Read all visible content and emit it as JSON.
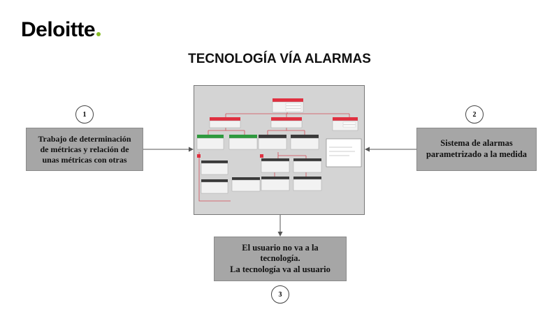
{
  "brand": {
    "name": "Deloitte",
    "accent_color": "#86bc25"
  },
  "title": "TECNOLOGÍA VÍA ALARMAS",
  "steps": [
    {
      "number": "1",
      "text_lines": [
        "Trabajo de determinación",
        "de métricas y relación de",
        "unas métricas con otras"
      ]
    },
    {
      "number": "2",
      "text_lines": [
        "Sistema de alarmas",
        "parametrizado a la medida"
      ]
    },
    {
      "number": "3",
      "text_lines": [
        "El usuario no va a la",
        "tecnología.",
        "La tecnología va al usuario"
      ]
    }
  ],
  "colors": {
    "box_fill": "#a6a6a6",
    "alarm_red": "#e03040",
    "ok_green": "#2e9a3e",
    "node_dark": "#3a3a3a"
  }
}
